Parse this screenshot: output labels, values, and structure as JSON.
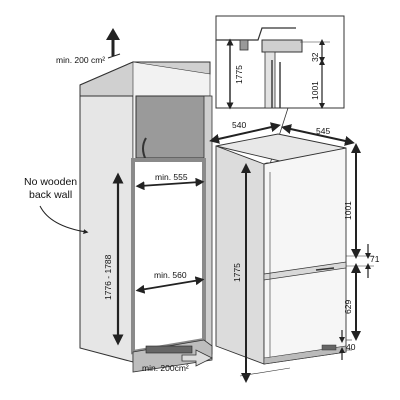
{
  "diagram": {
    "vent_top_label": "min. 200 cm²",
    "vent_bottom_label": "min. 200cm²",
    "back_wall_label_line1": "No wooden",
    "back_wall_label_line2": "back wall",
    "niche_height": "1776 - 1788",
    "niche_width_upper": "min. 555",
    "niche_width_lower": "min. 560",
    "detail_height": "1775",
    "detail_offset": "32",
    "detail_lower": "1001",
    "appliance_width": "540",
    "appliance_depth": "545",
    "appliance_height": "1775",
    "fridge_height": "1001",
    "gap_height": "71",
    "freezer_height": "629",
    "base_height": "40"
  }
}
